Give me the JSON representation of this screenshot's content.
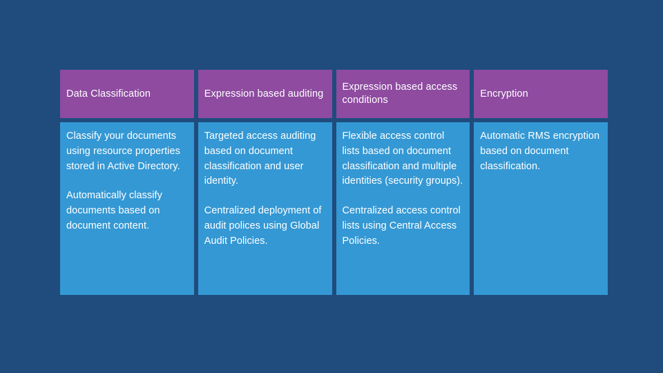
{
  "slide": {
    "background_color": "#1f4c7c",
    "header_color": "#8e4ba0",
    "body_color": "#3498d4",
    "text_color": "#ffffff"
  },
  "columns": [
    {
      "header": "Data Classification",
      "paragraphs": [
        "Classify your documents using resource properties stored in Active Directory.",
        "Automatically classify documents based on document content."
      ]
    },
    {
      "header": "Expression based auditing",
      "paragraphs": [
        "Targeted access auditing based on document classification and user identity.",
        "Centralized deployment of audit polices using Global Audit Policies."
      ]
    },
    {
      "header": "Expression based access conditions",
      "paragraphs": [
        "Flexible access control lists based on document classification and multiple identities (security groups).",
        "Centralized access control lists using Central Access Policies."
      ]
    },
    {
      "header": "Encryption",
      "paragraphs": [
        "Automatic RMS encryption based on document classification.",
        ""
      ]
    }
  ]
}
